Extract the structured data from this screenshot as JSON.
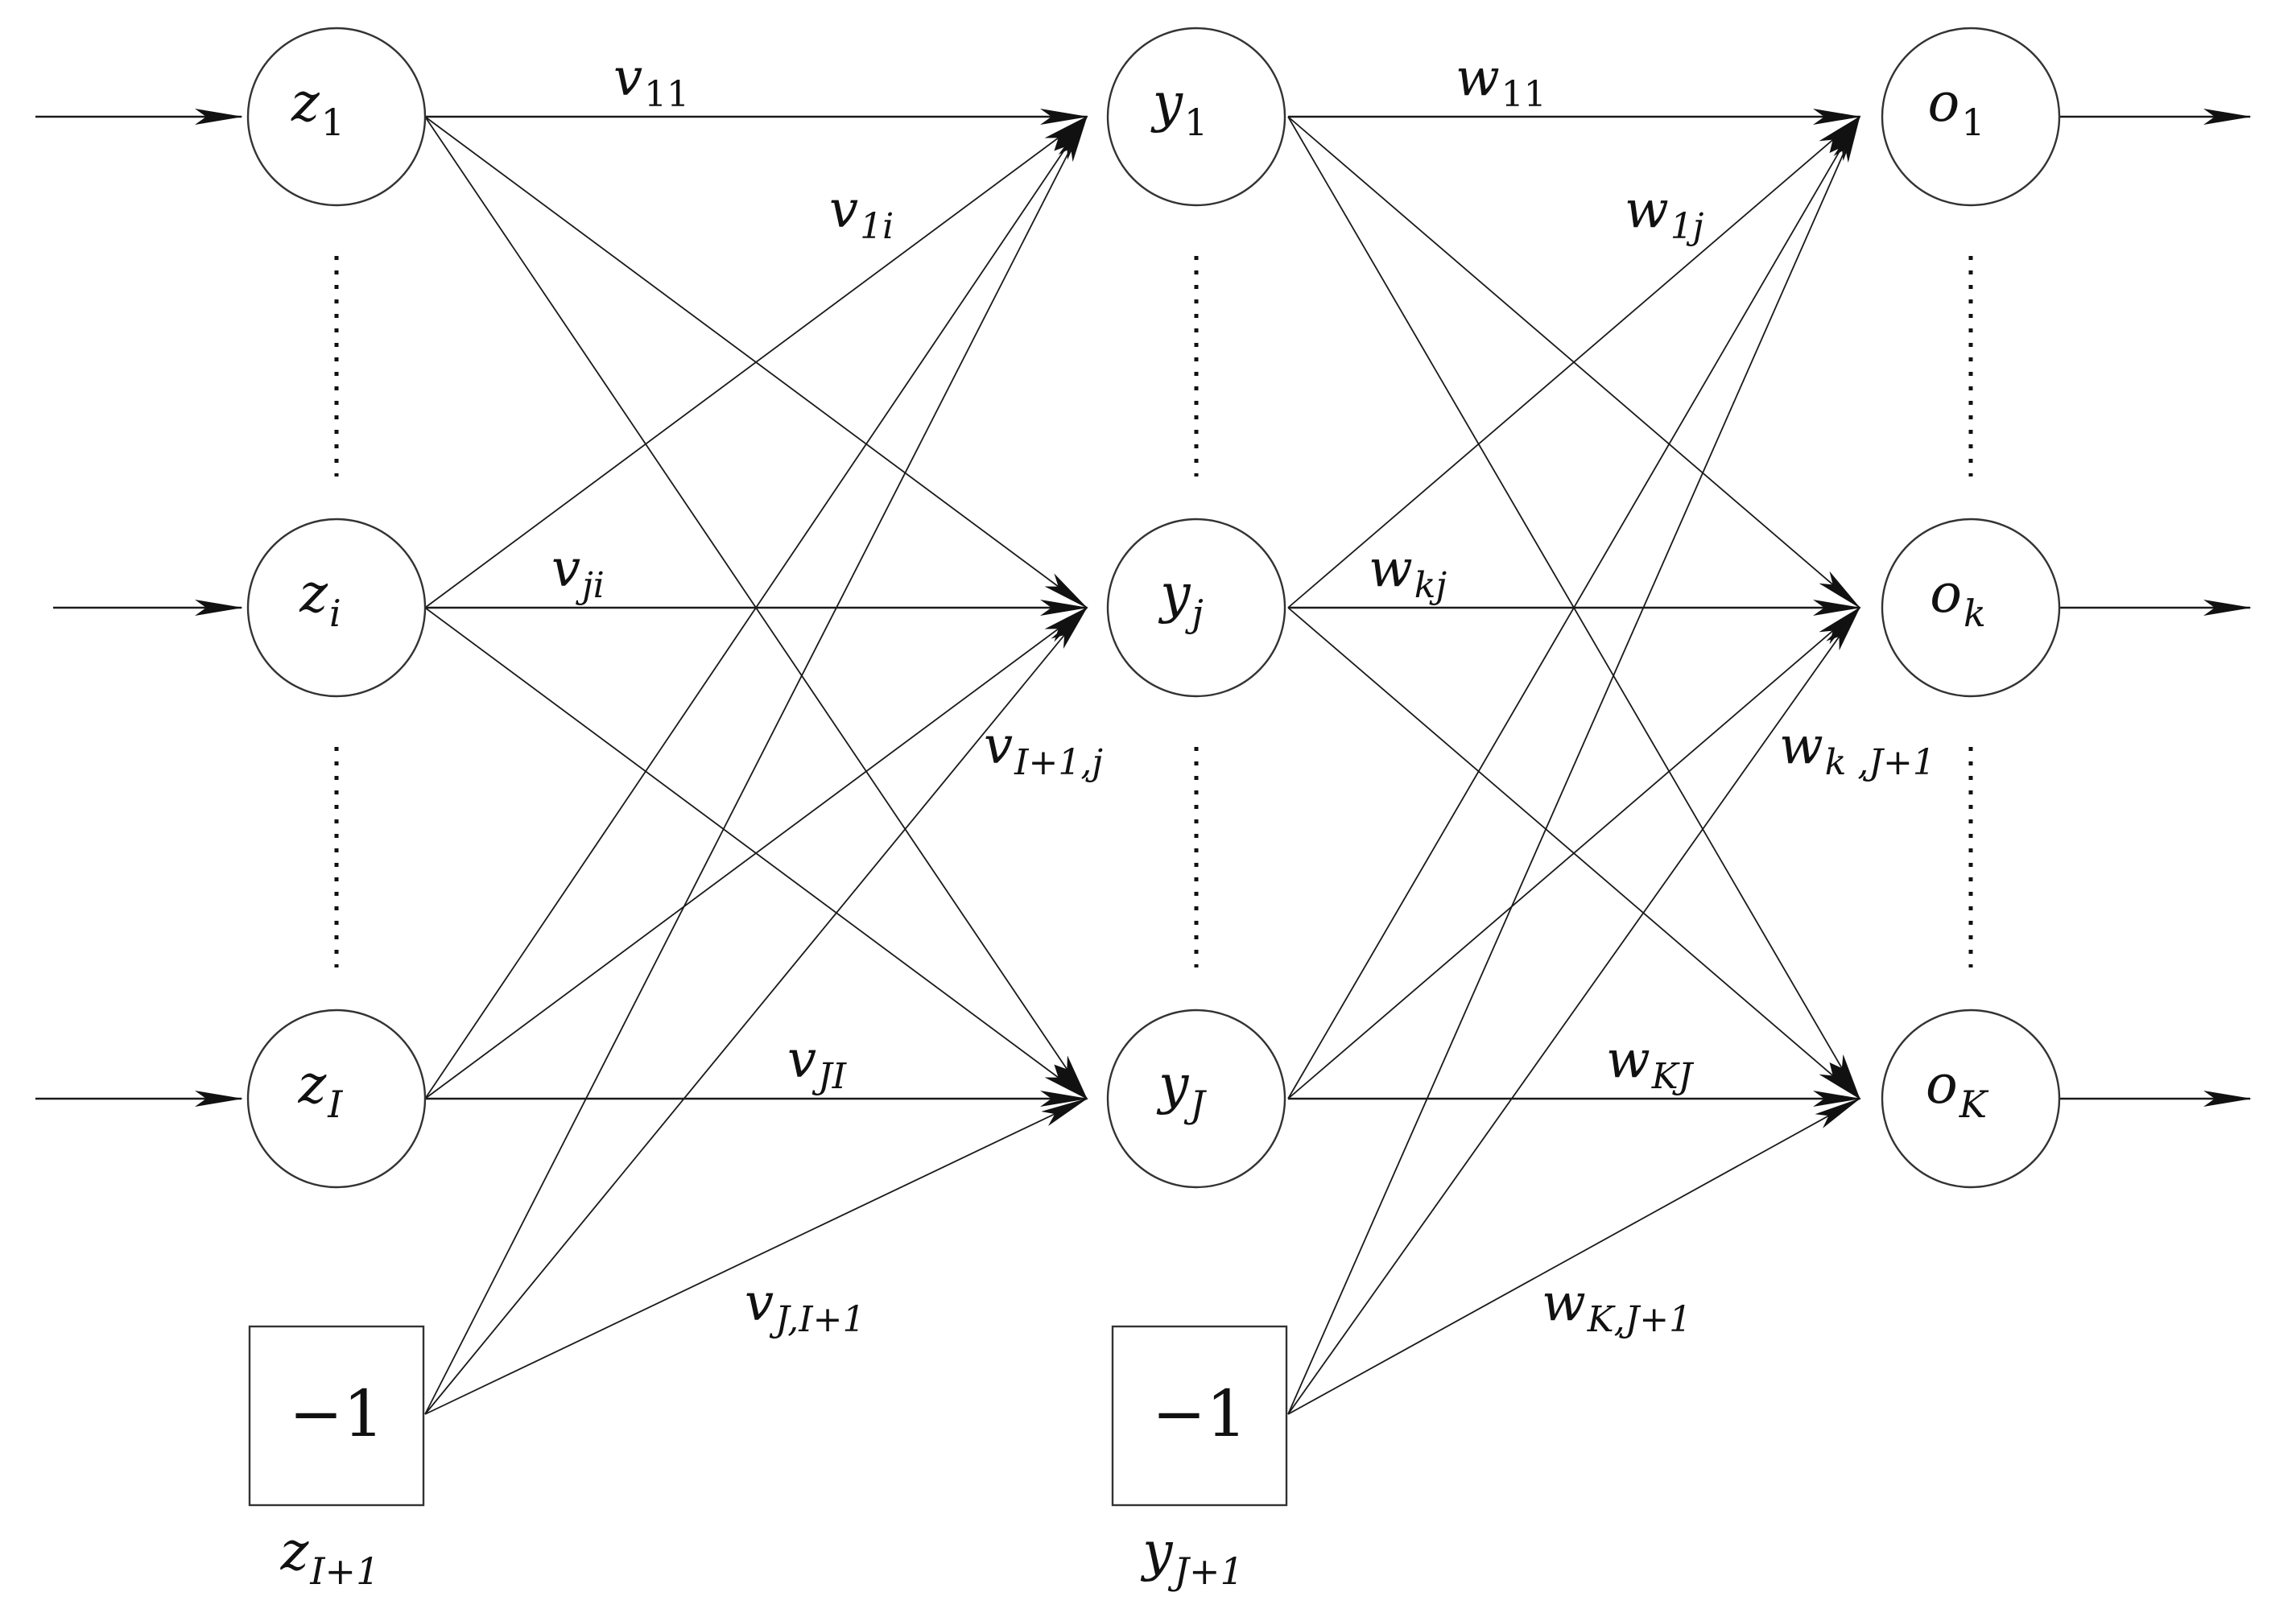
{
  "colors": {
    "line": "#1a1a1a",
    "node_stroke": "#333333",
    "background": "#ffffff"
  },
  "input_layer": {
    "z1": {
      "base": "z",
      "sub": "1"
    },
    "zi": {
      "base": "z",
      "sub": "i"
    },
    "zI": {
      "base": "z",
      "sub": "I"
    },
    "bias": {
      "value": "−1",
      "label_base": "z",
      "label_sub": "I+1"
    }
  },
  "hidden_layer": {
    "y1": {
      "base": "y",
      "sub": "1"
    },
    "yj": {
      "base": "y",
      "sub": "j"
    },
    "yJ": {
      "base": "y",
      "sub": "J"
    },
    "bias": {
      "value": "−1",
      "label_base": "y",
      "label_sub": "J+1"
    }
  },
  "output_layer": {
    "o1": {
      "base": "o",
      "sub": "1"
    },
    "ok": {
      "base": "o",
      "sub": "k"
    },
    "oK": {
      "base": "o",
      "sub": "K"
    }
  },
  "weights": {
    "v11": {
      "base": "v",
      "sub": "11"
    },
    "v1i": {
      "base": "v",
      "sub": "1i"
    },
    "vji": {
      "base": "v",
      "sub": "ji"
    },
    "vI1j": {
      "base": "v",
      "sub": "I+1,j"
    },
    "vJI": {
      "base": "v",
      "sub": "JI"
    },
    "vJI1": {
      "base": "v",
      "sub": "J,I+1"
    },
    "w11": {
      "base": "w",
      "sub": "11"
    },
    "w1j": {
      "base": "w",
      "sub": "1j"
    },
    "wkj": {
      "base": "w",
      "sub": "kj"
    },
    "wkJ1": {
      "base": "w",
      "sub": "k ,J+1"
    },
    "wKJ": {
      "base": "w",
      "sub": "KJ"
    },
    "wKJ1": {
      "base": "w",
      "sub": "K,J+1"
    }
  }
}
